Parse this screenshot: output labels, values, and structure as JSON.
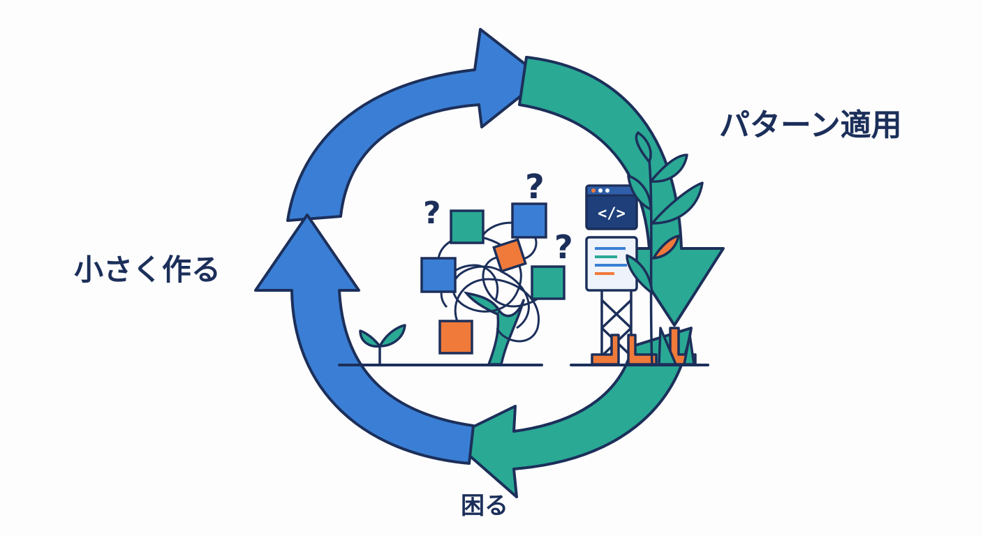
{
  "labels": {
    "left": "小さく作る",
    "right": "パターン適用",
    "bottom": "困る"
  },
  "question_marks": [
    "?",
    "?",
    "?"
  ],
  "code_window_icon": "</>",
  "colors": {
    "blue_arrow": "#3a7fd5",
    "teal_arrow": "#2aa995",
    "outline": "#1c2f5a",
    "accent_orange": "#f07a3a",
    "text": "#1c2f5a",
    "background": "#fdfdfd"
  },
  "icons": [
    "cycle-arrows",
    "sprout-icon",
    "tangled-boxes-icon",
    "code-window-icon",
    "scaffold-icon",
    "leafy-plant-icon"
  ]
}
